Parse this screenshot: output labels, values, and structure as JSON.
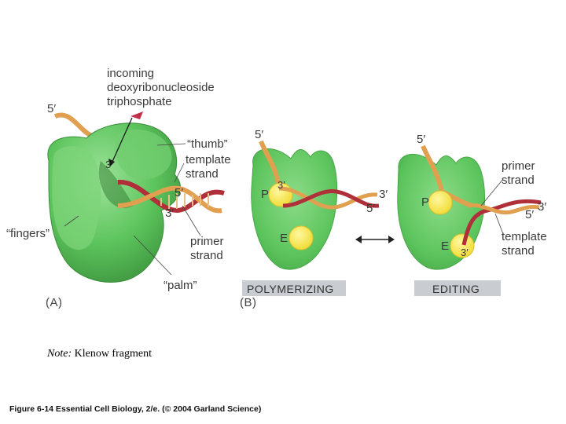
{
  "panelA": {
    "tag": "(A)",
    "labels": {
      "incoming_line1": "incoming",
      "incoming_line2": "deoxyribonucleoside",
      "incoming_line3": "triphosphate",
      "five_prime_top": "5′",
      "thumb": "“thumb”",
      "template_line1": "template",
      "template_line2": "strand",
      "five_prime_mid": "5′",
      "three_prime_top": "3′",
      "three_prime_mid": "3′",
      "fingers": "“fingers”",
      "primer_line1": "primer",
      "primer_line2": "strand",
      "palm": "“palm”"
    }
  },
  "panelB": {
    "tag": "(B)",
    "polymerizing": {
      "mode_label": "POLYMERIZING",
      "five_top": "5′",
      "three_site": "3′",
      "three_right": "3′",
      "five_right": "5′",
      "site_p": "P",
      "site_e": "E"
    },
    "editing": {
      "mode_label": "EDITING",
      "five_top": "5′",
      "three_right": "3′",
      "five_right": "5′",
      "three_site": "3′",
      "site_p": "P",
      "site_e": "E",
      "primer_line1": "primer",
      "primer_line2": "strand",
      "template_line1": "template",
      "template_line2": "strand"
    }
  },
  "note": {
    "prefix": "Note:",
    "text": "Klenow fragment"
  },
  "caption": "Figure 6-14 Essential Cell Biology, 2/e. (© 2004 Garland Science)",
  "colors": {
    "protein": "#5cc45c",
    "protein_dark": "#3f9a3f",
    "protein_light": "#8fdc8a",
    "template": "#e0a050",
    "primer": "#b0303a",
    "site": "#f4e64a",
    "mode_box": "#c9ccd0"
  }
}
